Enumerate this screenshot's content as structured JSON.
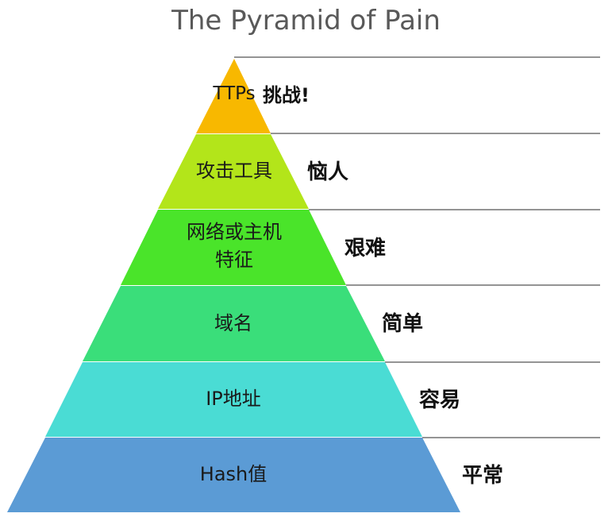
{
  "title": "The Pyramid of Pain",
  "layers": [
    {
      "indicator": "TTPs",
      "pain": "挑战!",
      "color": "#f8b800"
    },
    {
      "indicator": "攻击工具",
      "pain": "恼人",
      "color": "#b3e51a"
    },
    {
      "indicator": "网络或主机\n特征",
      "pain": "艰难",
      "color": "#4ae42a"
    },
    {
      "indicator": "域名",
      "pain": "简单",
      "color": "#3ade7a"
    },
    {
      "indicator": "IP地址",
      "pain": "容易",
      "color": "#4adcd4"
    },
    {
      "indicator": "Hash值",
      "pain": "平常",
      "color": "#5b9bd5"
    }
  ]
}
